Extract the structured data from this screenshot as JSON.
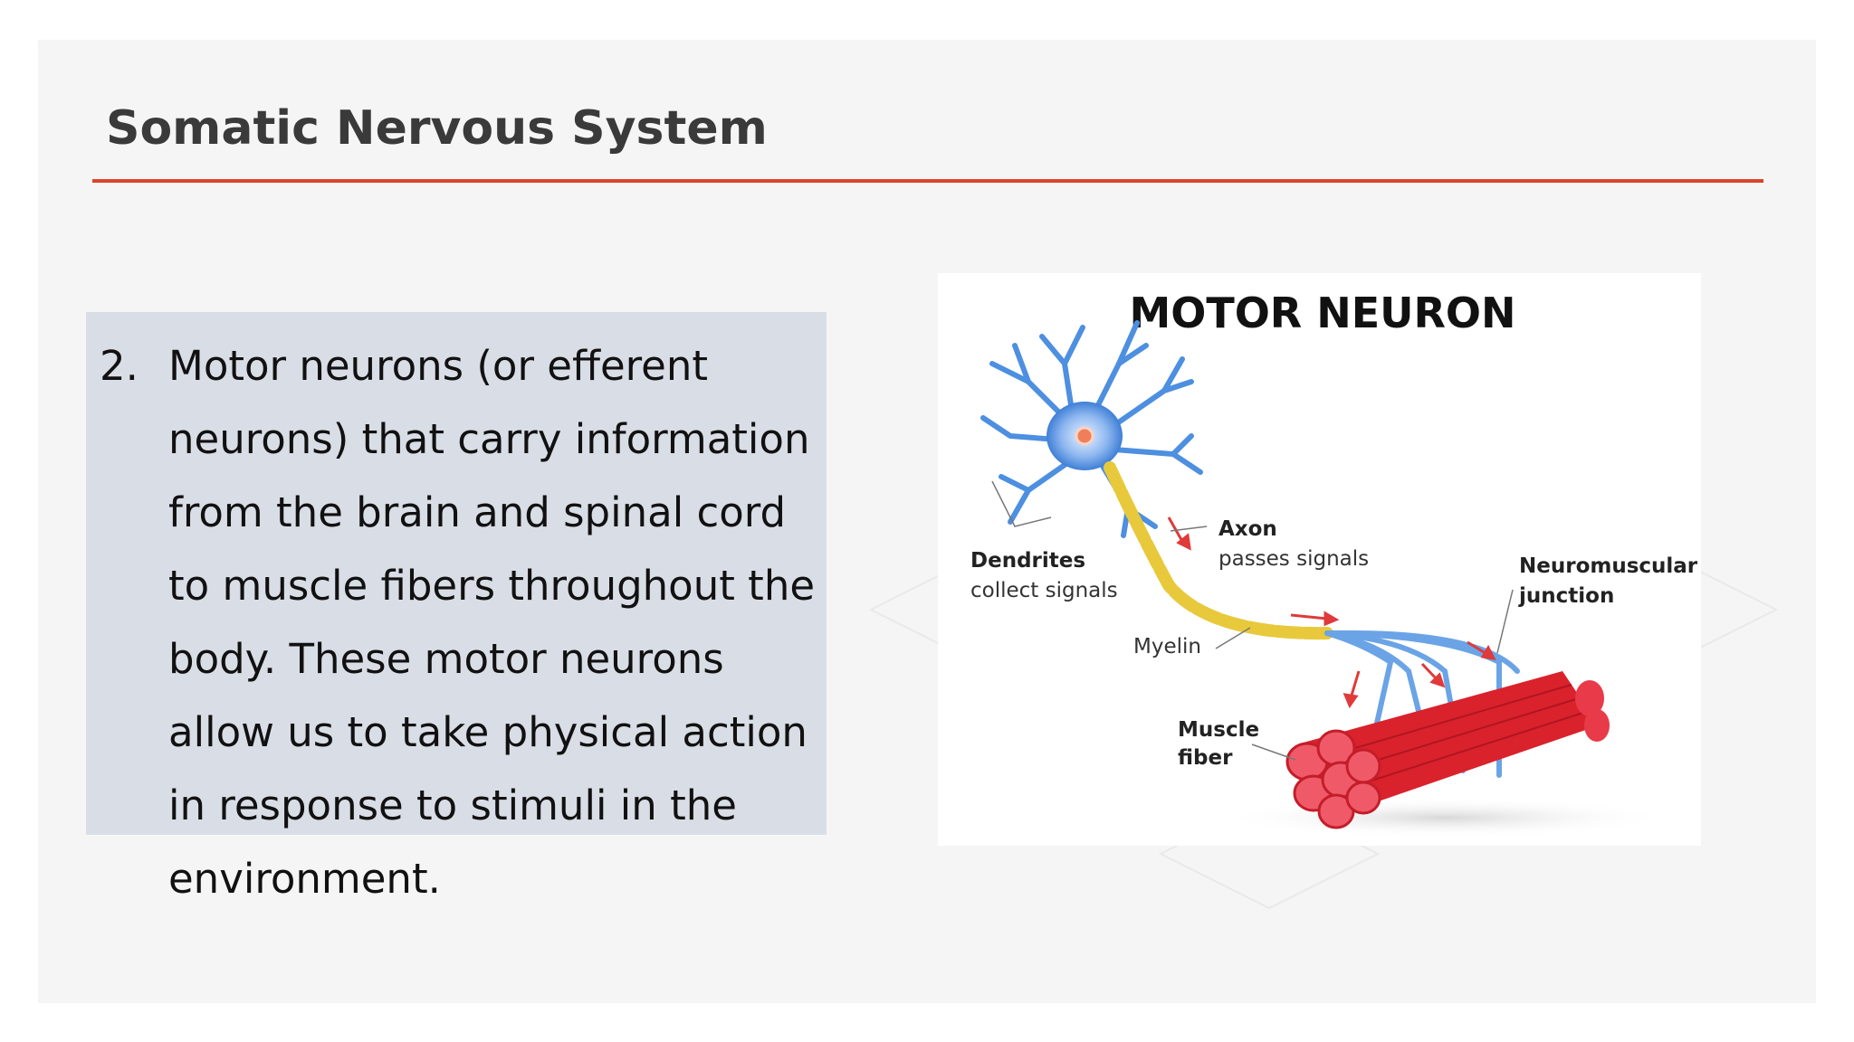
{
  "slide": {
    "title": "Somatic Nervous System",
    "accent_color": "#d9462b",
    "list_item": {
      "number": "2.",
      "text": "Motor neurons (or efferent neurons) that carry information from the brain and spinal cord to muscle fibers throughout the body. These motor neurons allow us to take physical action in response to stimuli in the environment."
    }
  },
  "figure": {
    "title": "MOTOR NEURON",
    "labels": {
      "dendrites_title": "Dendrites",
      "dendrites_sub": "collect signals",
      "axon_title": "Axon",
      "axon_sub": "passes signals",
      "myelin": "Myelin",
      "junction_line1": "Neuromuscular",
      "junction_line2": "junction",
      "muscle_line1": "Muscle",
      "muscle_line2": "fiber"
    }
  }
}
